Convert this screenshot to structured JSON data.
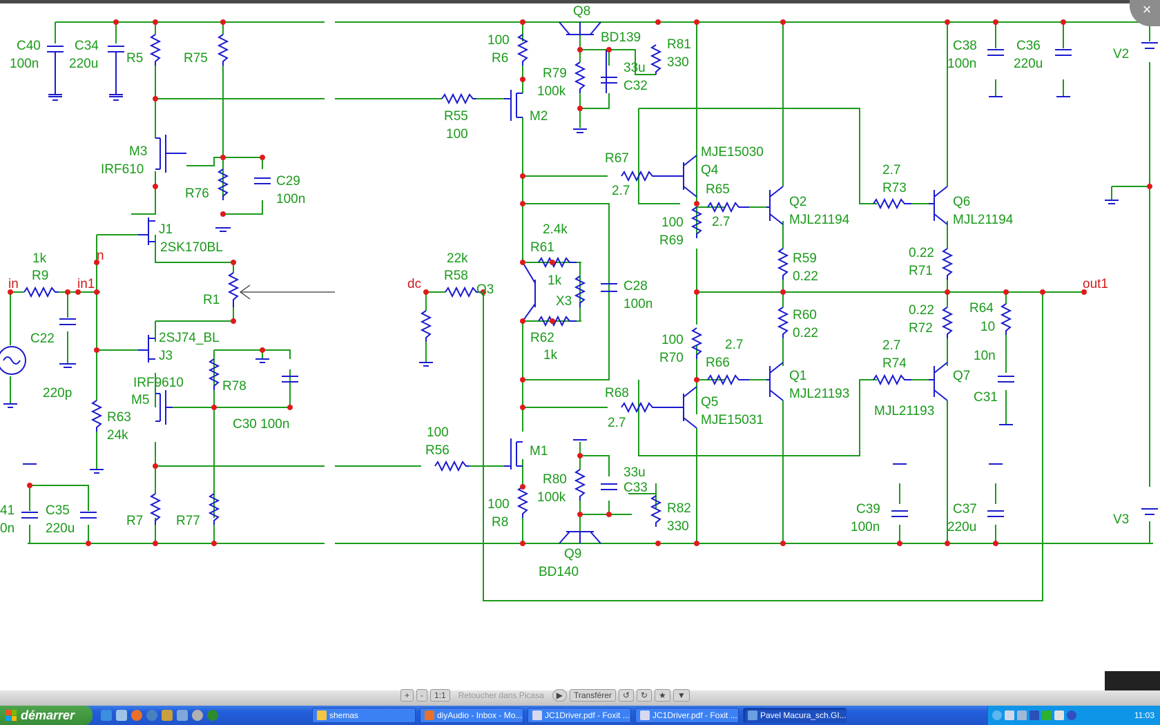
{
  "window": {
    "close_label": "×"
  },
  "schematic": {
    "components": [
      {
        "id": "c40",
        "lines": [
          "C40",
          "100n"
        ]
      },
      {
        "id": "c34",
        "lines": [
          "C34",
          "220u"
        ]
      },
      {
        "id": "r5",
        "lines": [
          "R5"
        ]
      },
      {
        "id": "r75",
        "lines": [
          "R75"
        ]
      },
      {
        "id": "m3",
        "lines": [
          "M3",
          "IRF610"
        ]
      },
      {
        "id": "r76",
        "lines": [
          "R76"
        ]
      },
      {
        "id": "c29",
        "lines": [
          "C29",
          "100n"
        ]
      },
      {
        "id": "j1",
        "lines": [
          "J1",
          "2SK170BL"
        ]
      },
      {
        "id": "r9",
        "lines": [
          "1k",
          "R9"
        ]
      },
      {
        "id": "c22",
        "lines": [
          "C22",
          "220p"
        ]
      },
      {
        "id": "r1",
        "lines": [
          "R1"
        ]
      },
      {
        "id": "j3",
        "lines": [
          "2SJ74_BL",
          "J3"
        ]
      },
      {
        "id": "m5",
        "lines": [
          "IRF9610",
          "M5"
        ]
      },
      {
        "id": "r78",
        "lines": [
          "R78"
        ]
      },
      {
        "id": "c30",
        "lines": [
          "C30 100n"
        ]
      },
      {
        "id": "r63",
        "lines": [
          "R63",
          "24k"
        ]
      },
      {
        "id": "c41",
        "lines": [
          "41",
          "0n"
        ]
      },
      {
        "id": "c35",
        "lines": [
          "C35",
          "220u"
        ]
      },
      {
        "id": "r7",
        "lines": [
          "R7"
        ]
      },
      {
        "id": "r77",
        "lines": [
          "R77"
        ]
      },
      {
        "id": "r55",
        "lines": [
          "R55",
          "100"
        ]
      },
      {
        "id": "m2",
        "lines": [
          "M2"
        ]
      },
      {
        "id": "r6",
        "lines": [
          "100",
          "R6"
        ]
      },
      {
        "id": "q8",
        "lines": [
          "Q8"
        ]
      },
      {
        "id": "bd139",
        "lines": [
          "BD139"
        ]
      },
      {
        "id": "r79",
        "lines": [
          "R79",
          "100k"
        ]
      },
      {
        "id": "c32",
        "lines": [
          "33u",
          "C32"
        ]
      },
      {
        "id": "r81",
        "lines": [
          "R81",
          "330"
        ]
      },
      {
        "id": "r58",
        "lines": [
          "22k",
          "R58"
        ]
      },
      {
        "id": "q3",
        "lines": [
          "Q3"
        ]
      },
      {
        "id": "r61",
        "lines": [
          "2.4k",
          "R61"
        ]
      },
      {
        "id": "x3",
        "lines": [
          "1k",
          "X3"
        ]
      },
      {
        "id": "r62",
        "lines": [
          "R62",
          "1k"
        ]
      },
      {
        "id": "c28",
        "lines": [
          "C28",
          "100n"
        ]
      },
      {
        "id": "r56",
        "lines": [
          "100",
          "R56"
        ]
      },
      {
        "id": "m1",
        "lines": [
          "M1"
        ]
      },
      {
        "id": "r80",
        "lines": [
          "R80",
          "100k"
        ]
      },
      {
        "id": "c33",
        "lines": [
          "33u",
          "C33"
        ]
      },
      {
        "id": "r82",
        "lines": [
          "R82",
          "330"
        ]
      },
      {
        "id": "r8",
        "lines": [
          "100",
          "R8"
        ]
      },
      {
        "id": "q9",
        "lines": [
          "Q9",
          "BD140"
        ]
      },
      {
        "id": "r67",
        "lines": [
          "R67",
          "2.7"
        ]
      },
      {
        "id": "q4",
        "lines": [
          "MJE15030",
          "Q4"
        ]
      },
      {
        "id": "r65",
        "lines": [
          "R65",
          "2.7"
        ]
      },
      {
        "id": "r69",
        "lines": [
          "100",
          "R69"
        ]
      },
      {
        "id": "q2",
        "lines": [
          "Q2",
          "MJL21194"
        ]
      },
      {
        "id": "r59",
        "lines": [
          "R59",
          "0.22"
        ]
      },
      {
        "id": "r60",
        "lines": [
          "R60",
          "0.22"
        ]
      },
      {
        "id": "r70",
        "lines": [
          "100",
          "R70"
        ]
      },
      {
        "id": "r66",
        "lines": [
          "2.7",
          "R66"
        ]
      },
      {
        "id": "q1",
        "lines": [
          "Q1",
          "MJL21193"
        ]
      },
      {
        "id": "r68",
        "lines": [
          "R68",
          "2.7"
        ]
      },
      {
        "id": "q5",
        "lines": [
          "Q5",
          "MJE15031"
        ]
      },
      {
        "id": "r73",
        "lines": [
          "2.7",
          "R73"
        ]
      },
      {
        "id": "q6",
        "lines": [
          "Q6",
          "MJL21194"
        ]
      },
      {
        "id": "r71",
        "lines": [
          "0.22",
          "R71"
        ]
      },
      {
        "id": "r72",
        "lines": [
          "0.22",
          "R72"
        ]
      },
      {
        "id": "r74",
        "lines": [
          "2.7",
          "R74"
        ]
      },
      {
        "id": "q7",
        "lines": [
          "Q7",
          "MJL21193"
        ]
      },
      {
        "id": "r64",
        "lines": [
          "R64",
          "10"
        ]
      },
      {
        "id": "c31",
        "lines": [
          "10n",
          "C31"
        ]
      },
      {
        "id": "c38",
        "lines": [
          "C38",
          "100n"
        ]
      },
      {
        "id": "c36",
        "lines": [
          "C36",
          "220u"
        ]
      },
      {
        "id": "c39",
        "lines": [
          "C39",
          "100n"
        ]
      },
      {
        "id": "c37",
        "lines": [
          "C37",
          "220u"
        ]
      },
      {
        "id": "v2",
        "lines": [
          "V2"
        ]
      },
      {
        "id": "v3",
        "lines": [
          "V3"
        ]
      }
    ],
    "nets": {
      "in": "in",
      "in1": "in1",
      "n": "n",
      "dc": "dc",
      "out1": "out1"
    }
  },
  "viewer_toolbar": {
    "zoom_in": "+",
    "zoom_out": "-",
    "actual_size": "1:1",
    "faded_text": "Retoucher dans Picasa",
    "transfer": "Transférer",
    "rotate_left": "↺",
    "rotate_right": "↻",
    "star": "★",
    "more": "▼"
  },
  "taskbar": {
    "start_label": "démarrer",
    "tasks": [
      {
        "label": "shemas",
        "icon_color": "#f4c542"
      },
      {
        "label": "diyAudio - Inbox - Mo...",
        "icon_color": "#e8702a"
      },
      {
        "label": "JC1Driver.pdf - Foxit ...",
        "icon_color": "#d8d8f0"
      },
      {
        "label": "JC1Driver.pdf - Foxit ...",
        "icon_color": "#d8d8f0"
      },
      {
        "label": "Pavel Macura_sch.GI...",
        "icon_color": "#6aa0e0"
      }
    ],
    "clock": "11:03"
  },
  "colors": {
    "wire": "#1a9a1a",
    "component": "#1a1ad0",
    "junction": "#e01a1a",
    "label": "#1a9a1a"
  }
}
